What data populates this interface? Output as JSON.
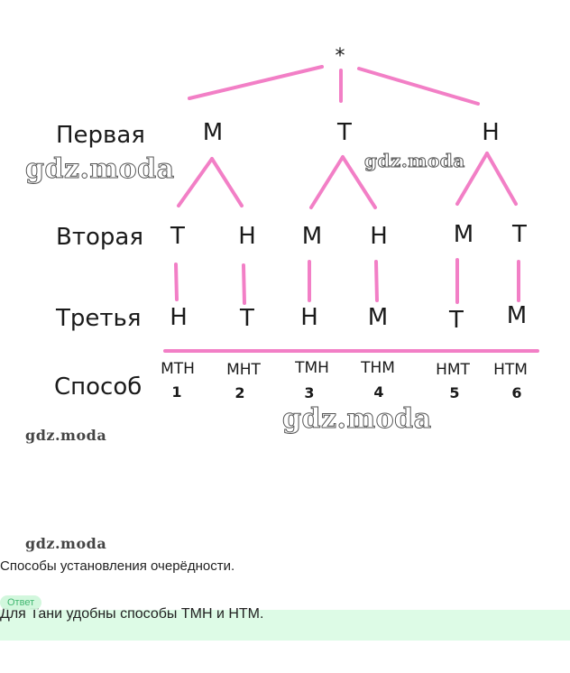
{
  "root_symbol": "*",
  "row_labels": [
    "Первая",
    "Вторая",
    "Третья",
    "Способ"
  ],
  "level1": [
    "М",
    "Т",
    "Н"
  ],
  "level2": [
    "Т",
    "Н",
    "М",
    "Н",
    "М",
    "Т"
  ],
  "level3": [
    "Н",
    "Т",
    "Н",
    "М",
    "Т",
    "М"
  ],
  "ways": [
    {
      "code": "МТН",
      "num": "1"
    },
    {
      "code": "МНТ",
      "num": "2"
    },
    {
      "code": "ТМН",
      "num": "3"
    },
    {
      "code": "ТНМ",
      "num": "4"
    },
    {
      "code": "НМТ",
      "num": "5"
    },
    {
      "code": "НТМ",
      "num": "6"
    }
  ],
  "watermark": "gdz.moda",
  "caption": "Способы установления очерёдности.",
  "answer_badge": "Ответ",
  "answer_text": "Для Тани удобны способы ТМН и НТМ.",
  "colors": {
    "line": "#f27fc6",
    "answer_bg": "#ddfbe6",
    "badge_text": "#38b46a"
  }
}
